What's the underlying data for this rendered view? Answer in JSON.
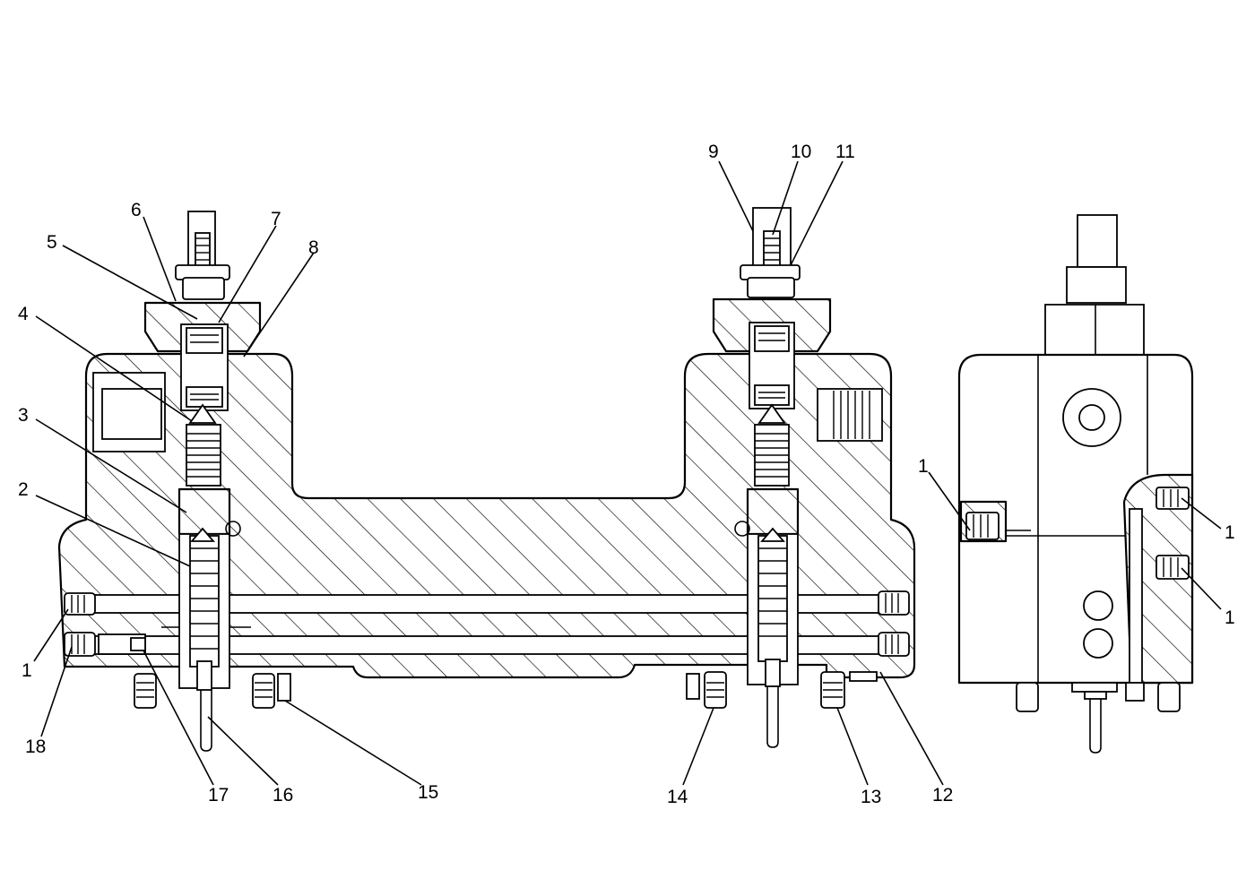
{
  "callouts": [
    {
      "id": "c1a",
      "text": "1"
    },
    {
      "id": "c2",
      "text": "2"
    },
    {
      "id": "c3",
      "text": "3"
    },
    {
      "id": "c4",
      "text": "4"
    },
    {
      "id": "c5",
      "text": "5"
    },
    {
      "id": "c6",
      "text": "6"
    },
    {
      "id": "c7",
      "text": "7"
    },
    {
      "id": "c8",
      "text": "8"
    },
    {
      "id": "c9",
      "text": "9"
    },
    {
      "id": "c10",
      "text": "10"
    },
    {
      "id": "c11",
      "text": "11"
    },
    {
      "id": "c12",
      "text": "12"
    },
    {
      "id": "c13",
      "text": "13"
    },
    {
      "id": "c14",
      "text": "14"
    },
    {
      "id": "c15",
      "text": "15"
    },
    {
      "id": "c16",
      "text": "16"
    },
    {
      "id": "c17",
      "text": "17"
    },
    {
      "id": "c18",
      "text": "18"
    },
    {
      "id": "c1b",
      "text": "1"
    },
    {
      "id": "c1c",
      "text": "1"
    },
    {
      "id": "c1d",
      "text": "1"
    }
  ]
}
